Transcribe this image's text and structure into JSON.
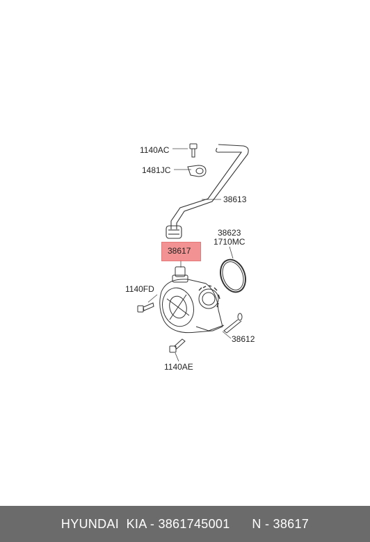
{
  "labels": {
    "p1140AC": "1140AC",
    "p1481JC": "1481JC",
    "p38613": "38613",
    "p38623": "38623",
    "p1710MC": "1710MC",
    "p38617": "38617",
    "p1140FD": "1140FD",
    "p38612": "38612",
    "p1140AE": "1140AE"
  },
  "footer": {
    "brand": "HYUNDAI  KIA",
    "part_number": "3861745001",
    "ref": "N - 38617"
  },
  "colors": {
    "highlight": "#f08080",
    "footer_bg": "#6b6b6b"
  }
}
